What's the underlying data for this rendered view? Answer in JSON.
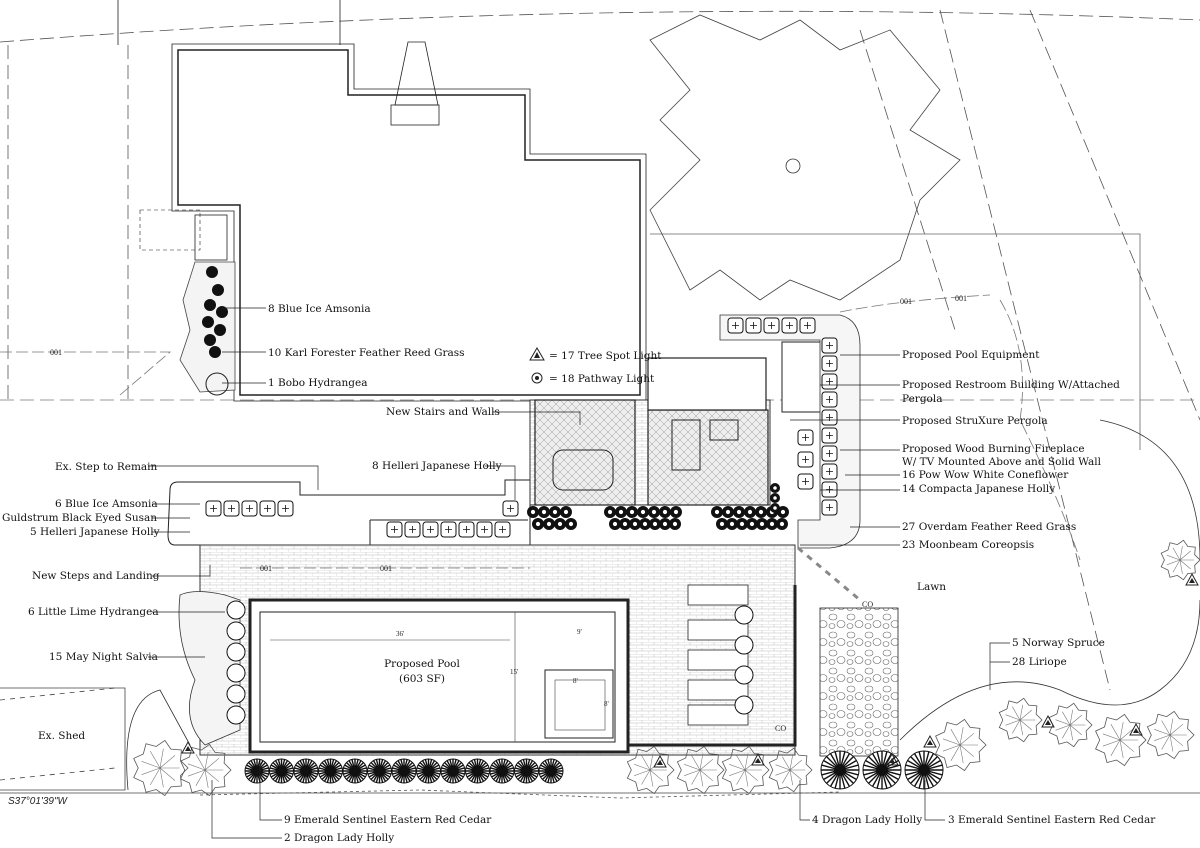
{
  "legend": {
    "tree_spot_light": "= 17 Tree Spot Light",
    "pathway_light": "= 18 Pathway Light"
  },
  "labels": {
    "blue_ice_amsonia_8": "8 Blue Ice Amsonia",
    "karl_forester": "10 Karl Forester Feather Reed Grass",
    "bobo_hydrangea": "1 Bobo Hydrangea",
    "new_stairs_walls": "New Stairs and Walls",
    "helleri_8": "8 Helleri Japanese Holly",
    "ex_step": "Ex. Step to Remain",
    "blue_ice_amsonia_6": "6 Blue Ice Amsonia",
    "black_eyed_susan": "Guldstrum Black Eyed Susan",
    "helleri_5": "5 Helleri Japanese Holly",
    "new_steps_landing": "New Steps and Landing",
    "little_lime": "6 Little Lime Hydrangea",
    "may_night": "15 May Night Salvia",
    "ex_shed": "Ex. Shed",
    "pool_title": "Proposed Pool",
    "pool_area": "(603 SF)",
    "pool_equipment": "Proposed Pool Equipment",
    "restroom_line1": "Proposed Restroom Building W/Attached",
    "restroom_line2": "Pergola",
    "struxure": "Proposed StruXure Pergola",
    "fireplace_line1": "Proposed Wood Burning Fireplace",
    "fireplace_line2": "W/ TV Mounted Above and Solid Wall",
    "coneflower": "16 Pow Wow White Coneflower",
    "compacta": "14 Compacta Japanese Holly",
    "overdam": "27 Overdam Feather Reed Grass",
    "coreopsis": "23 Moonbeam Coreopsis",
    "lawn": "Lawn",
    "norway_spruce": "5 Norway Spruce",
    "liriope": "28 Liriope",
    "cedar_9": "9 Emerald Sentinel Eastern Red Cedar",
    "dragon_2": "2 Dragon Lady Holly",
    "dragon_4": "4 Dragon Lady Holly",
    "cedar_3": "3 Emerald Sentinel Eastern Red Cedar",
    "bearing": "S37°01'39\"W"
  },
  "dimensions": {
    "pool_length": "36'",
    "pool_width": "15'",
    "spa_dim_1": "9'",
    "spa_dim_2": "8'",
    "spa_dim_3": "8'"
  },
  "line_tags": {
    "utility": "001",
    "fence": "CO"
  }
}
